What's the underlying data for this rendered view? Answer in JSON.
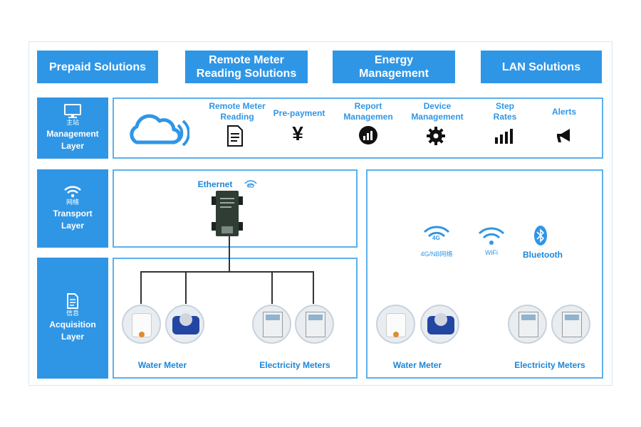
{
  "top_buttons": [
    "Prepaid Solutions",
    "Remote Meter Reading Solutions",
    "Energy Management",
    "LAN Solutions"
  ],
  "layers": {
    "management": {
      "sub": "主站",
      "title": "Management Layer"
    },
    "transport": {
      "sub": "网络",
      "title": "Transport Layer"
    },
    "acquisition": {
      "sub": "信息",
      "title": "Acquisition Layer"
    }
  },
  "functions": [
    {
      "label": "Remote Meter Reading",
      "icon": "document-icon"
    },
    {
      "label": "Pre-payment",
      "icon": "yen-icon"
    },
    {
      "label": "Report Managemen",
      "icon": "report-chart-icon"
    },
    {
      "label": "Device Management",
      "icon": "gear-icon"
    },
    {
      "label": "Step Rates",
      "icon": "step-bars-icon"
    },
    {
      "label": "Alerts",
      "icon": "megaphone-icon"
    }
  ],
  "gateway": {
    "ethernet_label": "Ethernet",
    "badge_4g": "4G"
  },
  "wireless": {
    "nb": {
      "badge": "4G",
      "caption": "4G/NB网络"
    },
    "wifi": {
      "caption": "WiFi"
    },
    "bluetooth": {
      "caption": "Bluetooth"
    }
  },
  "left_acq": {
    "water_label": "Water Meter",
    "elec_label": "Electricity Meters"
  },
  "right_acq": {
    "water_label": "Water Meter",
    "elec_label": "Electricity Meters"
  },
  "colors": {
    "accent": "#2f96e6",
    "panel_border": "#5bb0ee",
    "label_blue": "#1c86d8"
  }
}
